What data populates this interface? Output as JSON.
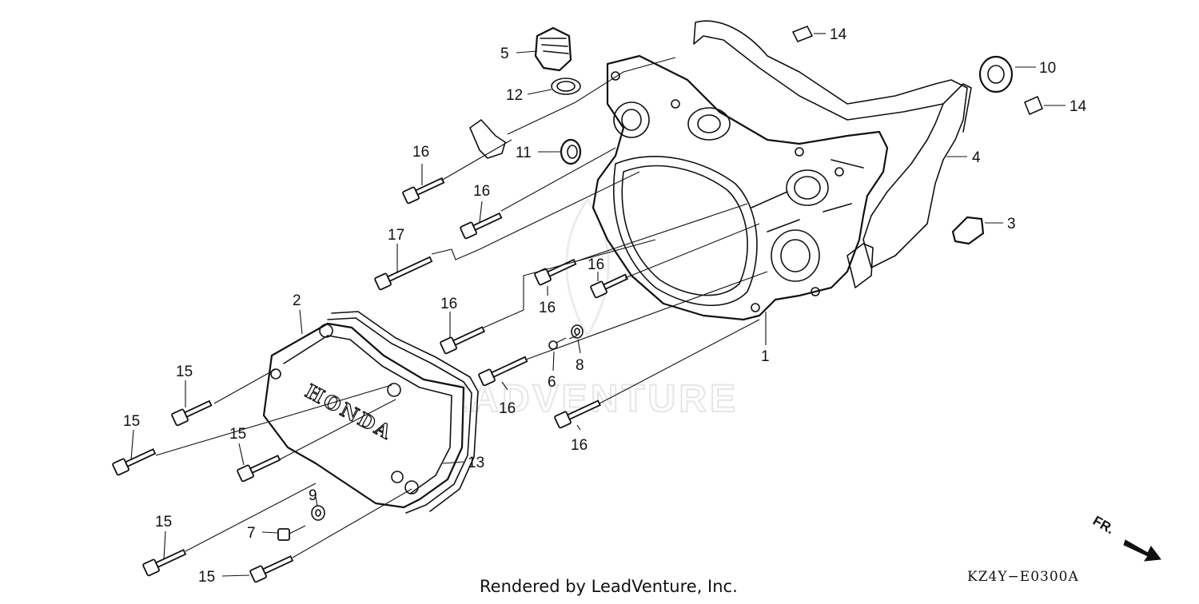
{
  "diagram": {
    "callouts": {
      "c1": "1",
      "c2": "2",
      "c3": "3",
      "c4": "4",
      "c5": "5",
      "c6": "6",
      "c7": "7",
      "c8": "8",
      "c9": "9",
      "c10": "10",
      "c11": "11",
      "c12": "12",
      "c13": "13",
      "c14a": "14",
      "c14b": "14",
      "c15a": "15",
      "c15b": "15",
      "c15c": "15",
      "c15d": "15",
      "c15e": "15",
      "c16a": "16",
      "c16b": "16",
      "c16c": "16",
      "c16d": "16",
      "c16e": "16",
      "c16f": "16",
      "c16g": "16",
      "c17": "17"
    },
    "cover_brand": "HONDA",
    "watermark": "LEADVENTURE",
    "direction_label": "FR.",
    "diagram_code": "KZ4Y−E0300A"
  },
  "footer": {
    "credit": "Rendered by LeadVenture, Inc."
  }
}
